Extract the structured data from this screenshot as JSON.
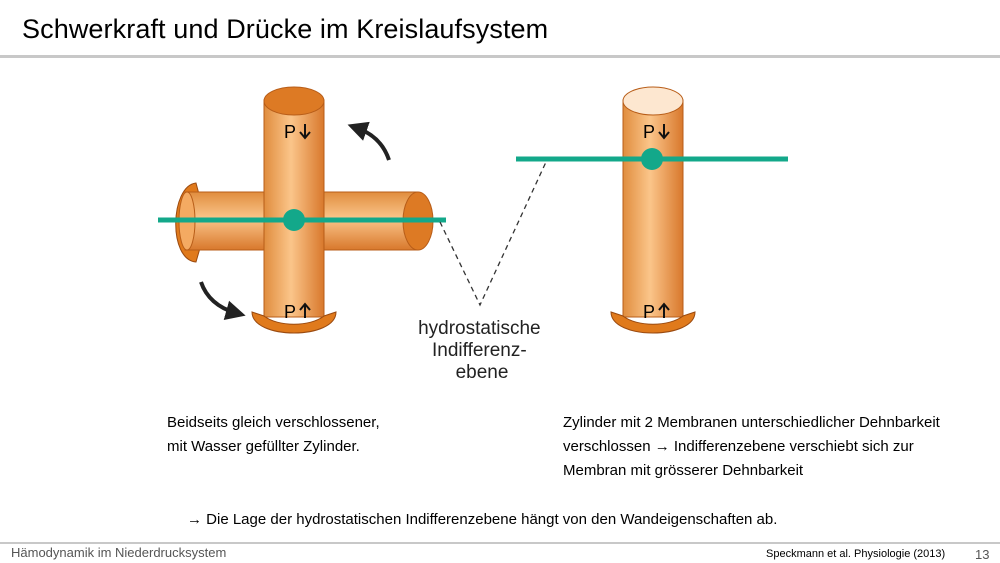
{
  "slide": {
    "title": "Schwerkraft und Drücke im Kreislaufsystem"
  },
  "figure": {
    "pressure_label": "P",
    "indifference_label_lines": [
      "hydrostatische",
      "Indifferenz-",
      "ebene"
    ],
    "colors": {
      "cylinder_light": "#f6b66c",
      "cylinder_dark": "#d9782a",
      "membrane": "#e07a1c",
      "membrane_soft": "#fde7d0",
      "plane_line": "#13a88a",
      "arrow": "#222222"
    }
  },
  "captions": {
    "left_line1": "Beidseits gleich verschlossener,",
    "left_line2": "mit Wasser gefüllter Zylinder.",
    "right_line1": "Zylinder mit 2 Membranen unterschiedlicher Dehnbarkeit",
    "right_line2": "verschlossen → Indifferenzebene verschiebt sich zur",
    "right_line3": "Membran mit grösserer Dehnbarkeit"
  },
  "conclusion": "→  Die Lage der hydrostatischen Indifferenzebene hängt von den Wandeigenschaften ab.",
  "footer": {
    "left": "Hämodynamik im Niederdrucksystem",
    "reference": "Speckmann et al. Physiologie (2013)",
    "page": "13"
  }
}
